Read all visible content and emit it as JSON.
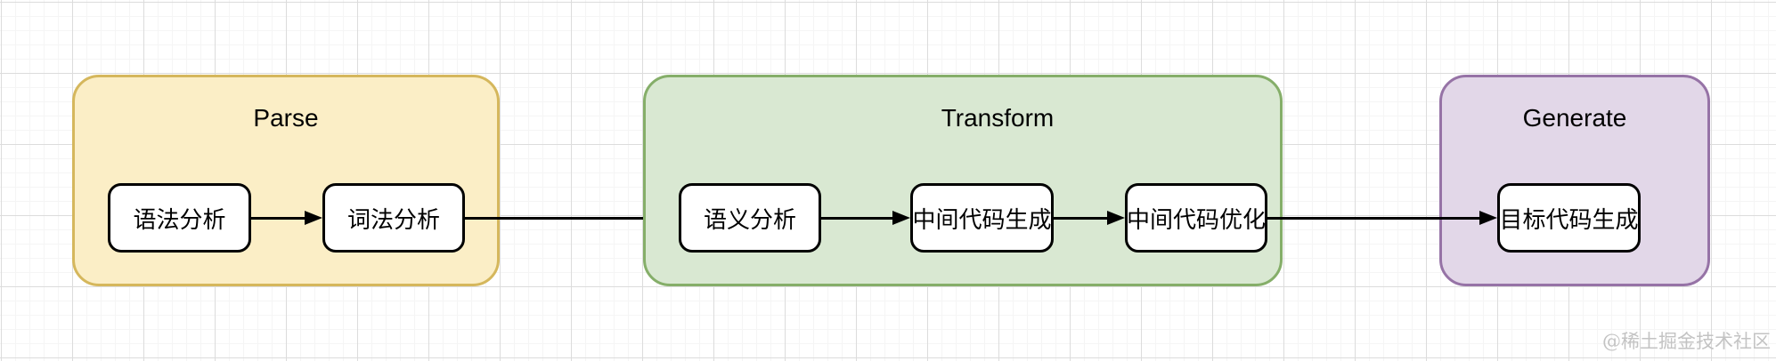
{
  "diagram": {
    "description": "Compiler pipeline flowchart on a grid canvas",
    "groups": [
      {
        "id": "parse",
        "title": "Parse",
        "fill": "#FBEEC6",
        "stroke": "#D5B75C",
        "nodes": [
          {
            "label": "语法分析"
          },
          {
            "label": "词法分析"
          }
        ]
      },
      {
        "id": "transform",
        "title": "Transform",
        "fill": "#D9E8D2",
        "stroke": "#85AE69",
        "nodes": [
          {
            "label": "语义分析"
          },
          {
            "label": "中间代码生成"
          },
          {
            "label": "中间代码优化"
          }
        ]
      },
      {
        "id": "generate",
        "title": "Generate",
        "fill": "#E2D7E8",
        "stroke": "#9673A6",
        "nodes": [
          {
            "label": "目标代码生成"
          }
        ]
      }
    ],
    "edges": [
      {
        "from": "语法分析",
        "to": "词法分析",
        "arrowhead": true
      },
      {
        "from": "词法分析",
        "to": "transform-group-border",
        "arrowhead": false
      },
      {
        "from": "语义分析",
        "to": "中间代码生成",
        "arrowhead": true
      },
      {
        "from": "中间代码生成",
        "to": "中间代码优化",
        "arrowhead": true
      },
      {
        "from": "中间代码优化",
        "to": "目标代码生成",
        "arrowhead": true
      }
    ],
    "node_style": {
      "fill": "#FFFFFF",
      "stroke": "#000000"
    },
    "edge_color": "#000000"
  },
  "canvas": {
    "background": "#FFFFFF",
    "grid_major_color": "#DCDCDC",
    "grid_minor_color": "#F5F5F5"
  },
  "watermark": {
    "text": "@稀土掘金技术社区",
    "color": "#C3C3C3"
  }
}
